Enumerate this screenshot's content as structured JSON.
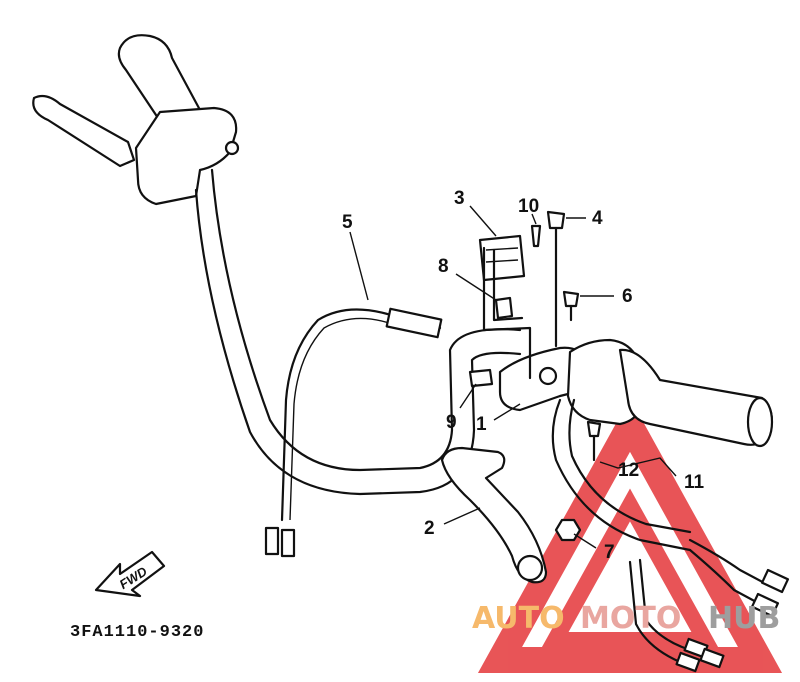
{
  "diagram": {
    "callouts": {
      "c1": "1",
      "c2": "2",
      "c3": "3",
      "c4": "4",
      "c5": "5",
      "c6": "6",
      "c7": "7",
      "c8": "8",
      "c9": "9",
      "c10": "10",
      "c11": "11",
      "c12": "12"
    },
    "part_code": "3FA1110-9320",
    "direction_arrow": "FWD"
  },
  "watermark": {
    "text_a": "AUTO",
    "text_b": "MOTO",
    "text_c": "HUB",
    "colors": {
      "triangle": "#e4373a",
      "auto": "#f6b96b",
      "moto": "#e9a6a0",
      "hub": "#9e9e9e"
    }
  }
}
